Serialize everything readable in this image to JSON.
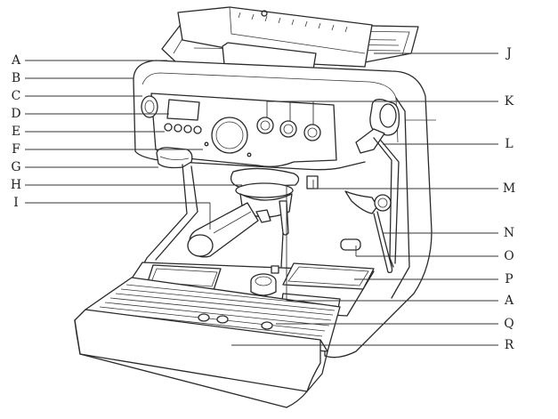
{
  "diagram": {
    "left_labels": [
      "A",
      "B",
      "C",
      "D",
      "E",
      "F",
      "G",
      "H",
      "I"
    ],
    "right_labels": [
      "J",
      "K",
      "L",
      "M",
      "N",
      "O",
      "P",
      "A",
      "Q",
      "R"
    ]
  }
}
